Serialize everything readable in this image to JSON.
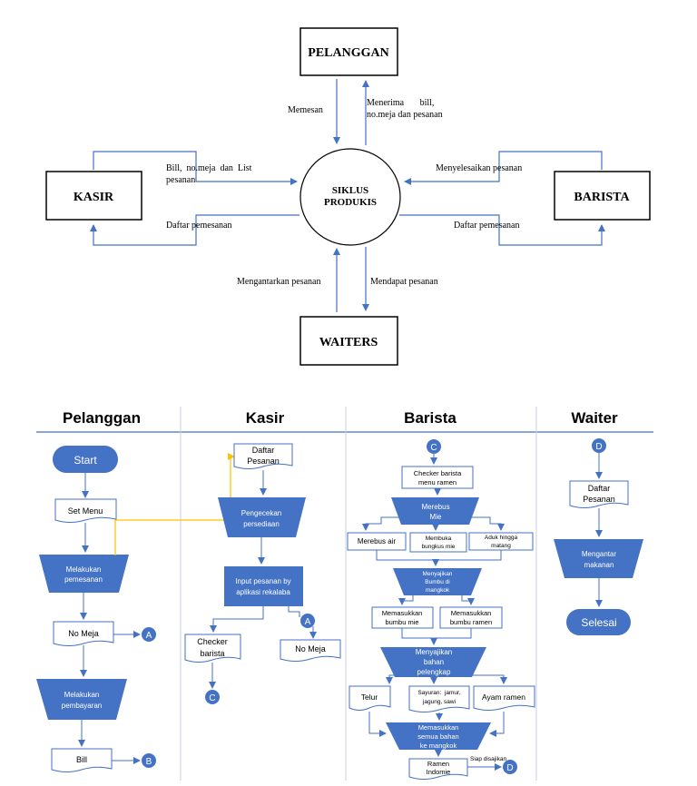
{
  "top": {
    "pelanggan": "PELANGGAN",
    "kasir": "KASIR",
    "barista": "BARISTA",
    "waiters": "WAITERS",
    "center_line1": "SIKLUS",
    "center_line2": "PRODUKIS",
    "memesan": "Memesan",
    "menerima_line1": "Menerima       bill,",
    "menerima_line2": "no.meja dan pesanan",
    "bill_line1": "Bill,  no.meja  dan  List",
    "bill_line2": "pesanan",
    "daftar_kasir": "Daftar pemesanan",
    "menyelesaikan": "Menyelesaikan pesanan",
    "daftar_barista": "Daftar pemesanan",
    "mengantarkan": "Mengantarkan pesanan",
    "mendapat": "Mendapat pesanan"
  },
  "lanes": {
    "pelanggan": "Pelanggan",
    "kasir": "Kasir",
    "barista": "Barista",
    "waiter": "Waiter"
  },
  "flow": {
    "start": "Start",
    "set_menu": "Set Menu",
    "melakukan_pemesanan_1": "Melakukan",
    "melakukan_pemesanan_2": "pemesanan",
    "no_meja": "No Meja",
    "melakukan_pembayaran_1": "Melakukan",
    "melakukan_pembayaran_2": "pembayaran",
    "bill": "Bill",
    "daftar_pesanan_1": "Daftar",
    "daftar_pesanan_2": "Pesanan",
    "pengecekan_1": "Pengecekan",
    "pengecekan_2": "persediaan",
    "input_1": "Input pesanan by",
    "input_2": "aplikasi rekalaba",
    "checker_barista_1": "Checker",
    "checker_barista_2": "barista",
    "no_meja_kasir": "No Meja",
    "checker_menu_1": "Checker barista",
    "checker_menu_2": "menu ramen",
    "merebus_1": "Merebus",
    "merebus_2": "Mie",
    "merebus_air": "Merebus air",
    "membuka_1": "Membuka",
    "membuka_2": "bungkus mie",
    "aduk_1": "Aduk hingga",
    "aduk_2": "matang",
    "menyajikan_bumbu_1": "Menyajikan",
    "menyajikan_bumbu_2": "Bumbu di",
    "menyajikan_bumbu_3": "mangkok",
    "memasukkan_mie_1": "Memasukkan",
    "memasukkan_mie_2": "bumbu mie",
    "memasukkan_ramen_1": "Memasukkan",
    "memasukkan_ramen_2": "bumbu ramen",
    "menyajikan_bahan_1": "Menyajikan",
    "menyajikan_bahan_2": "bahan",
    "menyajikan_bahan_3": "pelengkap",
    "telur": "Telur",
    "sayuran_1": "Sayuran:  jamur,",
    "sayuran_2": "jagung, sawi",
    "ayam": "Ayam ramen",
    "memasukkan_semua_1": "Memasukkan",
    "memasukkan_semua_2": "semua bahan",
    "memasukkan_semua_3": "ke mangkok",
    "ramen_1": "Ramen",
    "ramen_2": "Indomie",
    "siap": "Siap disajikan",
    "waiter_daftar_1": "Daftar",
    "waiter_daftar_2": "Pesanan",
    "mengantar_1": "Mengantar",
    "mengantar_2": "makanan",
    "selesai": "Selesai",
    "conn_a": "A",
    "conn_b": "B",
    "conn_c": "C",
    "conn_d": "D"
  },
  "colors": {
    "flow_blue": "#4472c4",
    "flow_fill": "#4472c4",
    "highlight_line": "#ffc000"
  }
}
